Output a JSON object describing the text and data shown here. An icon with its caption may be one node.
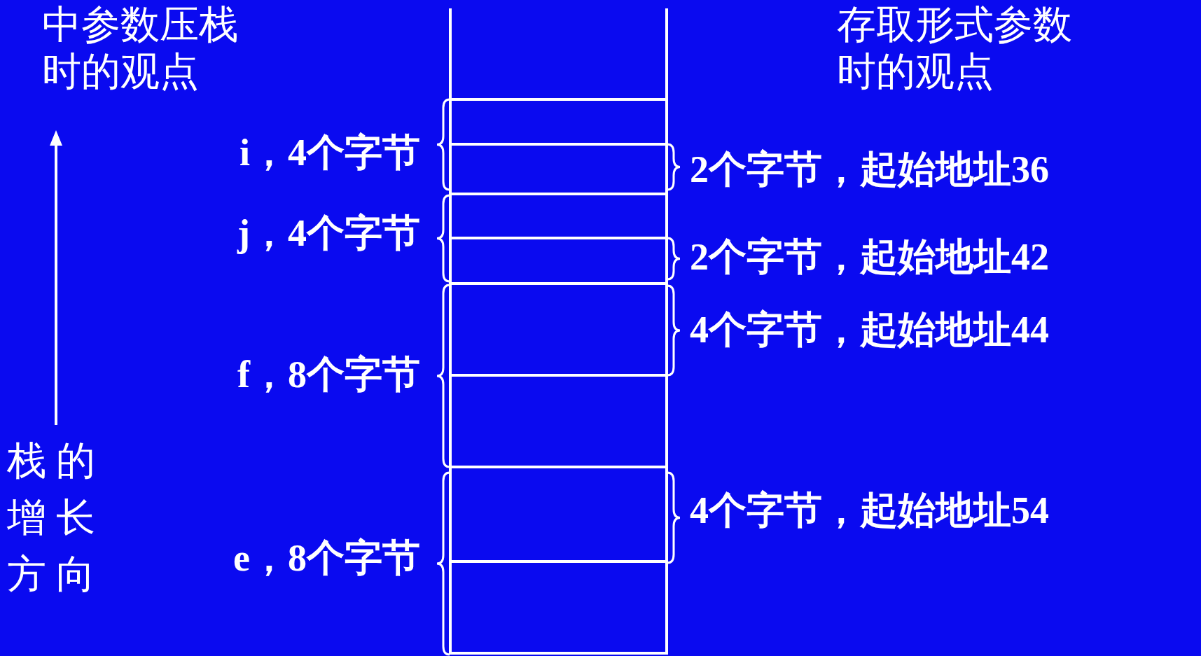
{
  "diagram": {
    "labels": [
      "中参数压栈时的观点",
      "存取形式参数时的观点",
      "i，4个字节",
      "2个字节，起始地址36",
      "j，4个字节",
      "2个字节，起始地址42",
      "4个字节，起始地址44",
      "f，8个字节",
      "4个字节，起始地址54",
      "栈的增长方向",
      "e，8个字节"
    ]
  }
}
